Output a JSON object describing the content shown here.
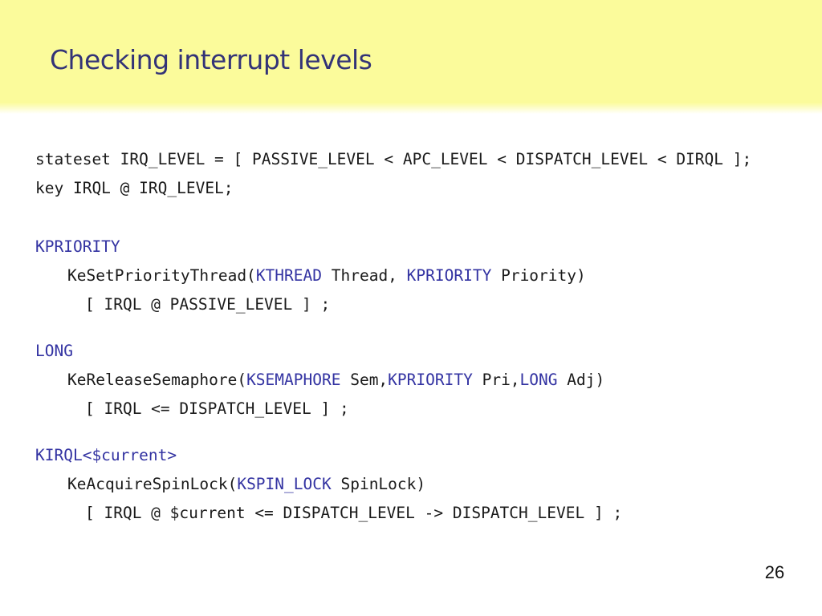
{
  "header": {
    "title": "Checking interrupt levels"
  },
  "footer": {
    "page_number": "26"
  },
  "colors": {
    "band_yellow": "#fbfb9b",
    "title_navy": "#333377",
    "code_text": "#1a1a1a",
    "keyword_blue": "#3333a2",
    "background": "#ffffff"
  },
  "code": {
    "blocks": [
      [
        {
          "indent": 0,
          "segments": [
            {
              "color": "default",
              "text": "stateset IRQ_LEVEL = [ PASSIVE_LEVEL < APC_LEVEL < DISPATCH_LEVEL < DIRQL ];"
            }
          ]
        },
        {
          "indent": 0,
          "segments": [
            {
              "color": "default",
              "text": "key IRQL @ IRQ_LEVEL;"
            }
          ]
        }
      ],
      [
        {
          "indent": 0,
          "segments": [
            {
              "color": "keyword",
              "text": "KPRIORITY"
            }
          ]
        },
        {
          "indent": 1,
          "segments": [
            {
              "color": "default",
              "text": "KeSetPriorityThread("
            },
            {
              "color": "keyword",
              "text": "KTHREAD"
            },
            {
              "color": "default",
              "text": " Thread, "
            },
            {
              "color": "keyword",
              "text": "KPRIORITY"
            },
            {
              "color": "default",
              "text": " Priority)"
            }
          ]
        },
        {
          "indent": 2,
          "segments": [
            {
              "color": "default",
              "text": "[ IRQL @ PASSIVE_LEVEL ] ;"
            }
          ]
        }
      ],
      [
        {
          "indent": 0,
          "segments": [
            {
              "color": "keyword",
              "text": "LONG"
            }
          ]
        },
        {
          "indent": 1,
          "segments": [
            {
              "color": "default",
              "text": "KeReleaseSemaphore("
            },
            {
              "color": "keyword",
              "text": "KSEMAPHORE"
            },
            {
              "color": "default",
              "text": " Sem,"
            },
            {
              "color": "keyword",
              "text": "KPRIORITY"
            },
            {
              "color": "default",
              "text": " Pri,"
            },
            {
              "color": "keyword",
              "text": "LONG"
            },
            {
              "color": "default",
              "text": " Adj)"
            }
          ]
        },
        {
          "indent": 2,
          "segments": [
            {
              "color": "default",
              "text": "[ IRQL <= DISPATCH_LEVEL ] ;"
            }
          ]
        }
      ],
      [
        {
          "indent": 0,
          "segments": [
            {
              "color": "keyword",
              "text": "KIRQL<$current>"
            }
          ]
        },
        {
          "indent": 1,
          "segments": [
            {
              "color": "default",
              "text": "KeAcquireSpinLock("
            },
            {
              "color": "keyword",
              "text": "KSPIN_LOCK"
            },
            {
              "color": "default",
              "text": " SpinLock)"
            }
          ]
        },
        {
          "indent": 2,
          "segments": [
            {
              "color": "default",
              "text": "[ IRQL @ $current <= DISPATCH_LEVEL -> DISPATCH_LEVEL ] ;"
            }
          ]
        }
      ]
    ]
  }
}
